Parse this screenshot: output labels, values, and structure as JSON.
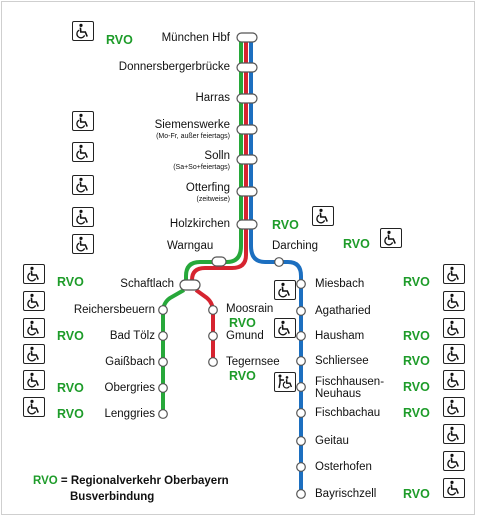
{
  "map": {
    "colors": {
      "main_blue": "#1c6fc0",
      "main_red": "#d62430",
      "main_green": "#27a83a",
      "stop_fill": "#ffffff",
      "stop_stroke": "#555555",
      "rvo_green": "#1e9c2a"
    },
    "trunk_stations": [
      {
        "name": "München Hbf",
        "note": ""
      },
      {
        "name": "Donnersbergerbrücke",
        "note": ""
      },
      {
        "name": "Harras",
        "note": ""
      },
      {
        "name": "Siemenswerke",
        "note": "(Mo-Fr, außer feiertags)"
      },
      {
        "name": "Solln",
        "note": "(Sa+So+feiertags)"
      },
      {
        "name": "Otterfing",
        "note": "(zeitweise)"
      },
      {
        "name": "Holzkirchen",
        "note": ""
      }
    ],
    "junction_stations": {
      "warngau": "Warngau",
      "darching": "Darching",
      "schaftlach": "Schaftlach"
    },
    "lenggries_branch": [
      "Reichersbeuern",
      "Bad Tölz",
      "Gaißbach",
      "Obergries",
      "Lenggries"
    ],
    "tegernsee_branch": [
      "Moosrain",
      "Gmund",
      "Tegernsee"
    ],
    "bayrischzell_branch": [
      "Miesbach",
      "Agatharied",
      "Hausham",
      "Schliersee",
      "Fischhausen-\nNeuhaus",
      "Fischbachau",
      "Geitau",
      "Osterhofen",
      "Bayrischzell"
    ],
    "rvo_label": "RVO",
    "legend": {
      "abbr": "RVO",
      "line1": " = Regionalverkehr Oberbayern",
      "line2": "Busverbindung"
    },
    "icons": {
      "wheelchair": "wheelchair-access-icon",
      "assisted": "assisted-wheelchair-icon"
    }
  }
}
